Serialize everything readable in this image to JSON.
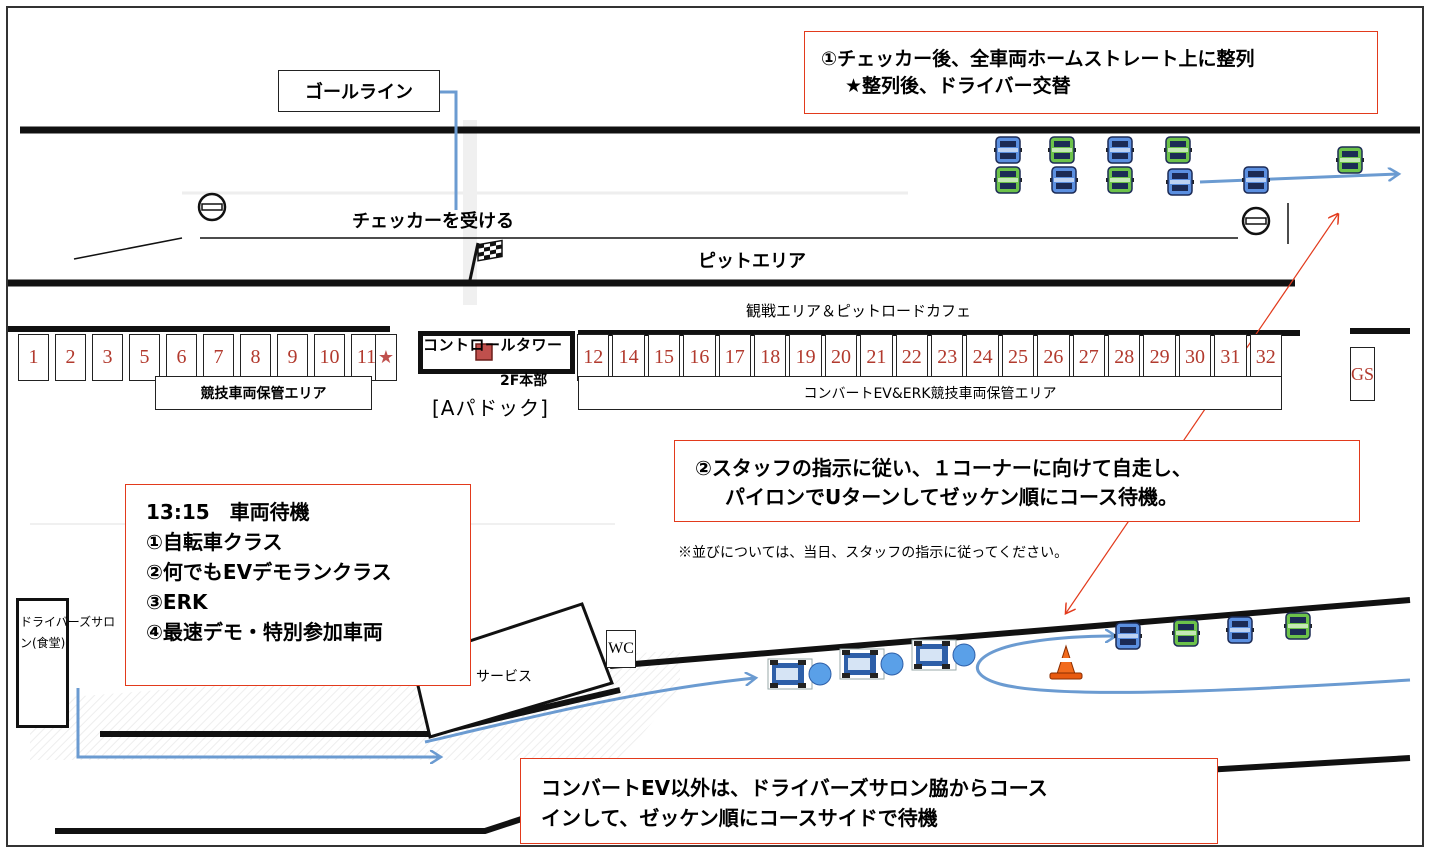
{
  "callouts": {
    "top_right": {
      "line1": "①チェッカー後、全車両ホームストレート上に整列",
      "line2": "★整列後、ドライバー交替"
    },
    "middle_right": {
      "line1": "②スタッフの指示に従い、１コーナーに向けて自走し、",
      "line2": "パイロンでUターンしてゼッケン順にコース待機。"
    },
    "left_schedule": {
      "title": "13:15　車両待機",
      "items": [
        "①自転車クラス",
        "②何でもEVデモランクラス",
        "③ERK",
        "④最速デモ・特別参加車両"
      ]
    },
    "bottom": {
      "line1": "コンバートEV以外は、ドライバーズサロン脇からコース",
      "line2": "インして、ゼッケン順にコースサイドで待機"
    }
  },
  "labels": {
    "goal_line": "ゴールライン",
    "checker": "チェッカーを受ける",
    "pit_area": "ピットエリア",
    "spectator_area": "観戦エリア＆ピットロードカフェ",
    "control_tower": "コントロールタワー",
    "hq_2f": "2F本部",
    "a_paddock": "[Aパドック]",
    "left_storage": "競技車両保管エリア",
    "right_storage": "コンバートEV&ERK競技車両保管エリア",
    "note": "※並びについては、当日、スタッフの指示に従ってください。",
    "drivers_salon": "ドライバーズサロン(食堂)",
    "service": "サービス",
    "wc": "WC",
    "gs": "GS",
    "star": "★"
  },
  "left_stalls": [
    "1",
    "2",
    "3",
    "5",
    "6",
    "7",
    "8",
    "9",
    "10",
    "11"
  ],
  "right_stalls": [
    "12",
    "14",
    "15",
    "16",
    "17",
    "18",
    "19",
    "20",
    "21",
    "22",
    "23",
    "24",
    "25",
    "26",
    "27",
    "28",
    "29",
    "30",
    "31",
    "32"
  ],
  "colors": {
    "callout_border": "#e23a1c",
    "arrow_blue": "#6b9bd1",
    "car_blue": "#5b8fe0",
    "car_green": "#6cc24a",
    "stall_number": "#b23a2e",
    "red_line": "#e23a1c"
  }
}
